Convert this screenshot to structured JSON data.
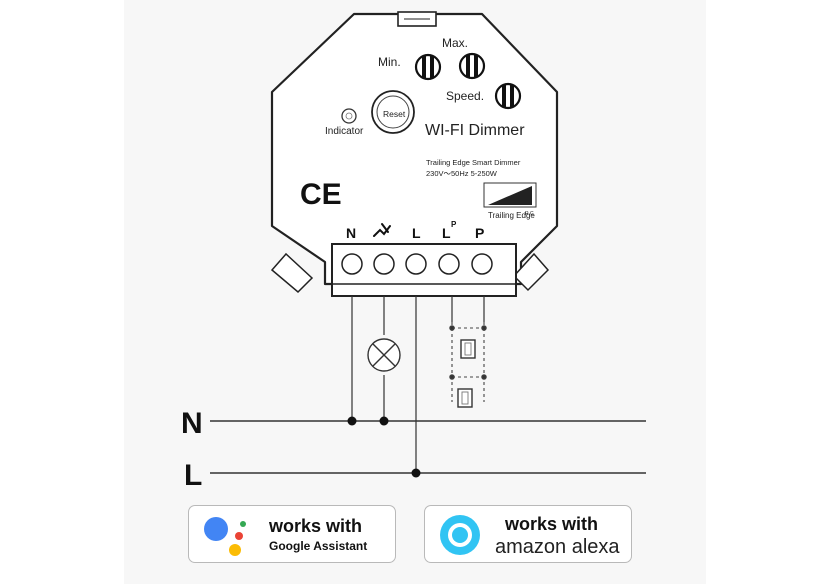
{
  "device": {
    "title": "WI-FI Dimmer",
    "reset_label": "Reset",
    "indicator_label": "Indicator",
    "min_label": "Min.",
    "max_label": "Max.",
    "speed_label": "Speed.",
    "spec_line1": "Trailing Edge Smart Dimmer",
    "spec_line2": "230V～50Hz 5-250W",
    "rc_label": "R,C",
    "trailing_edge_label": "Trailing Edge",
    "ce_mark": "CE",
    "terminals": [
      "N",
      "L",
      "L",
      "P"
    ],
    "terminal_lp_superscript": "P"
  },
  "wiring": {
    "neutral_label": "N",
    "live_label": "L"
  },
  "badges": {
    "google": {
      "line1": "works with",
      "line2": "Google Assistant"
    },
    "alexa": {
      "line1": "works with",
      "line2": "amazon alexa"
    }
  },
  "colors": {
    "google_blue": "#4285F4",
    "google_red": "#EA4335",
    "google_yellow": "#FBBC05",
    "google_green": "#34A853",
    "alexa_blue": "#31C4F3"
  }
}
